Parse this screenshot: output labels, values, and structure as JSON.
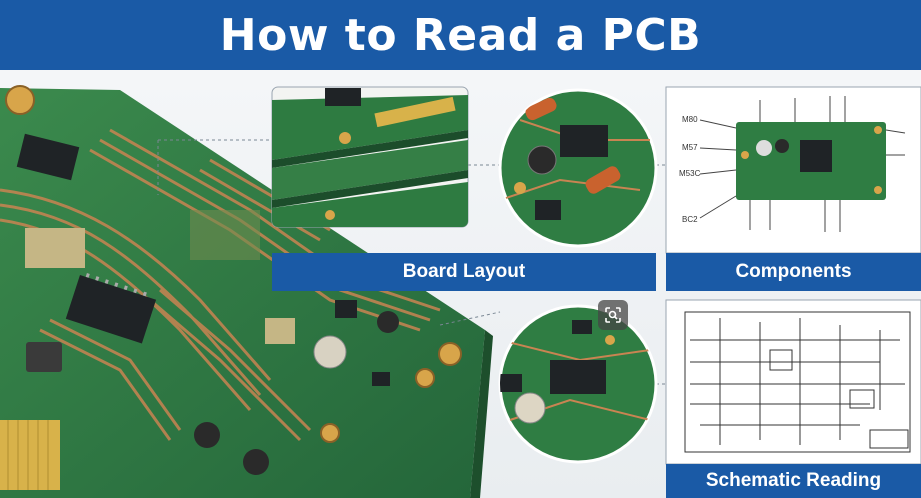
{
  "title": "How to Read a PCB",
  "panels": {
    "board_layout": "Board Layout",
    "components": "Components",
    "schematic": "Schematic Reading"
  },
  "schematic_labels": {
    "left": [
      "M80",
      "M57",
      "M53C",
      "BC2"
    ]
  },
  "colors": {
    "banner": "#1a5aa6",
    "pcb_green": "#2f7d43",
    "copper": "#c98452",
    "gold": "#d8b24a"
  },
  "icons": {
    "lens": "image-search-icon"
  }
}
